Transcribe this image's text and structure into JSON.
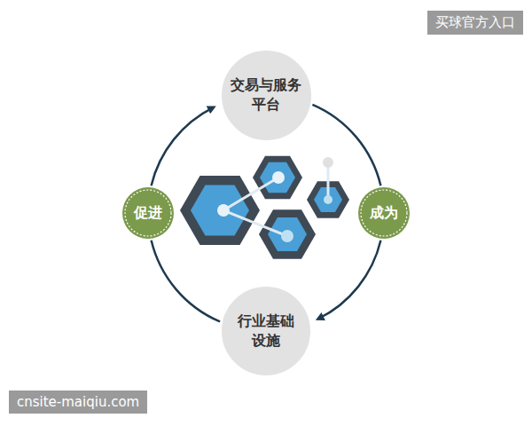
{
  "diagram": {
    "nodes": [
      {
        "text": [
          "交易与服务平台"
        ]
      },
      {
        "text": [
          "促进"
        ]
      },
      {
        "text": [
          "成为"
        ]
      },
      {
        "text": [
          "行业基础设施"
        ]
      }
    ],
    "edges": [
      {
        "from": 1,
        "to": 0,
        "arrow": "to"
      },
      {
        "from": 0,
        "to": 2,
        "arrow": "none"
      },
      {
        "from": 2,
        "to": 3,
        "arrow": "to"
      },
      {
        "from": 3,
        "to": 1,
        "arrow": "none"
      }
    ],
    "labels": [
      "买球官方入口",
      "cnsite-maiqiu.com"
    ]
  }
}
